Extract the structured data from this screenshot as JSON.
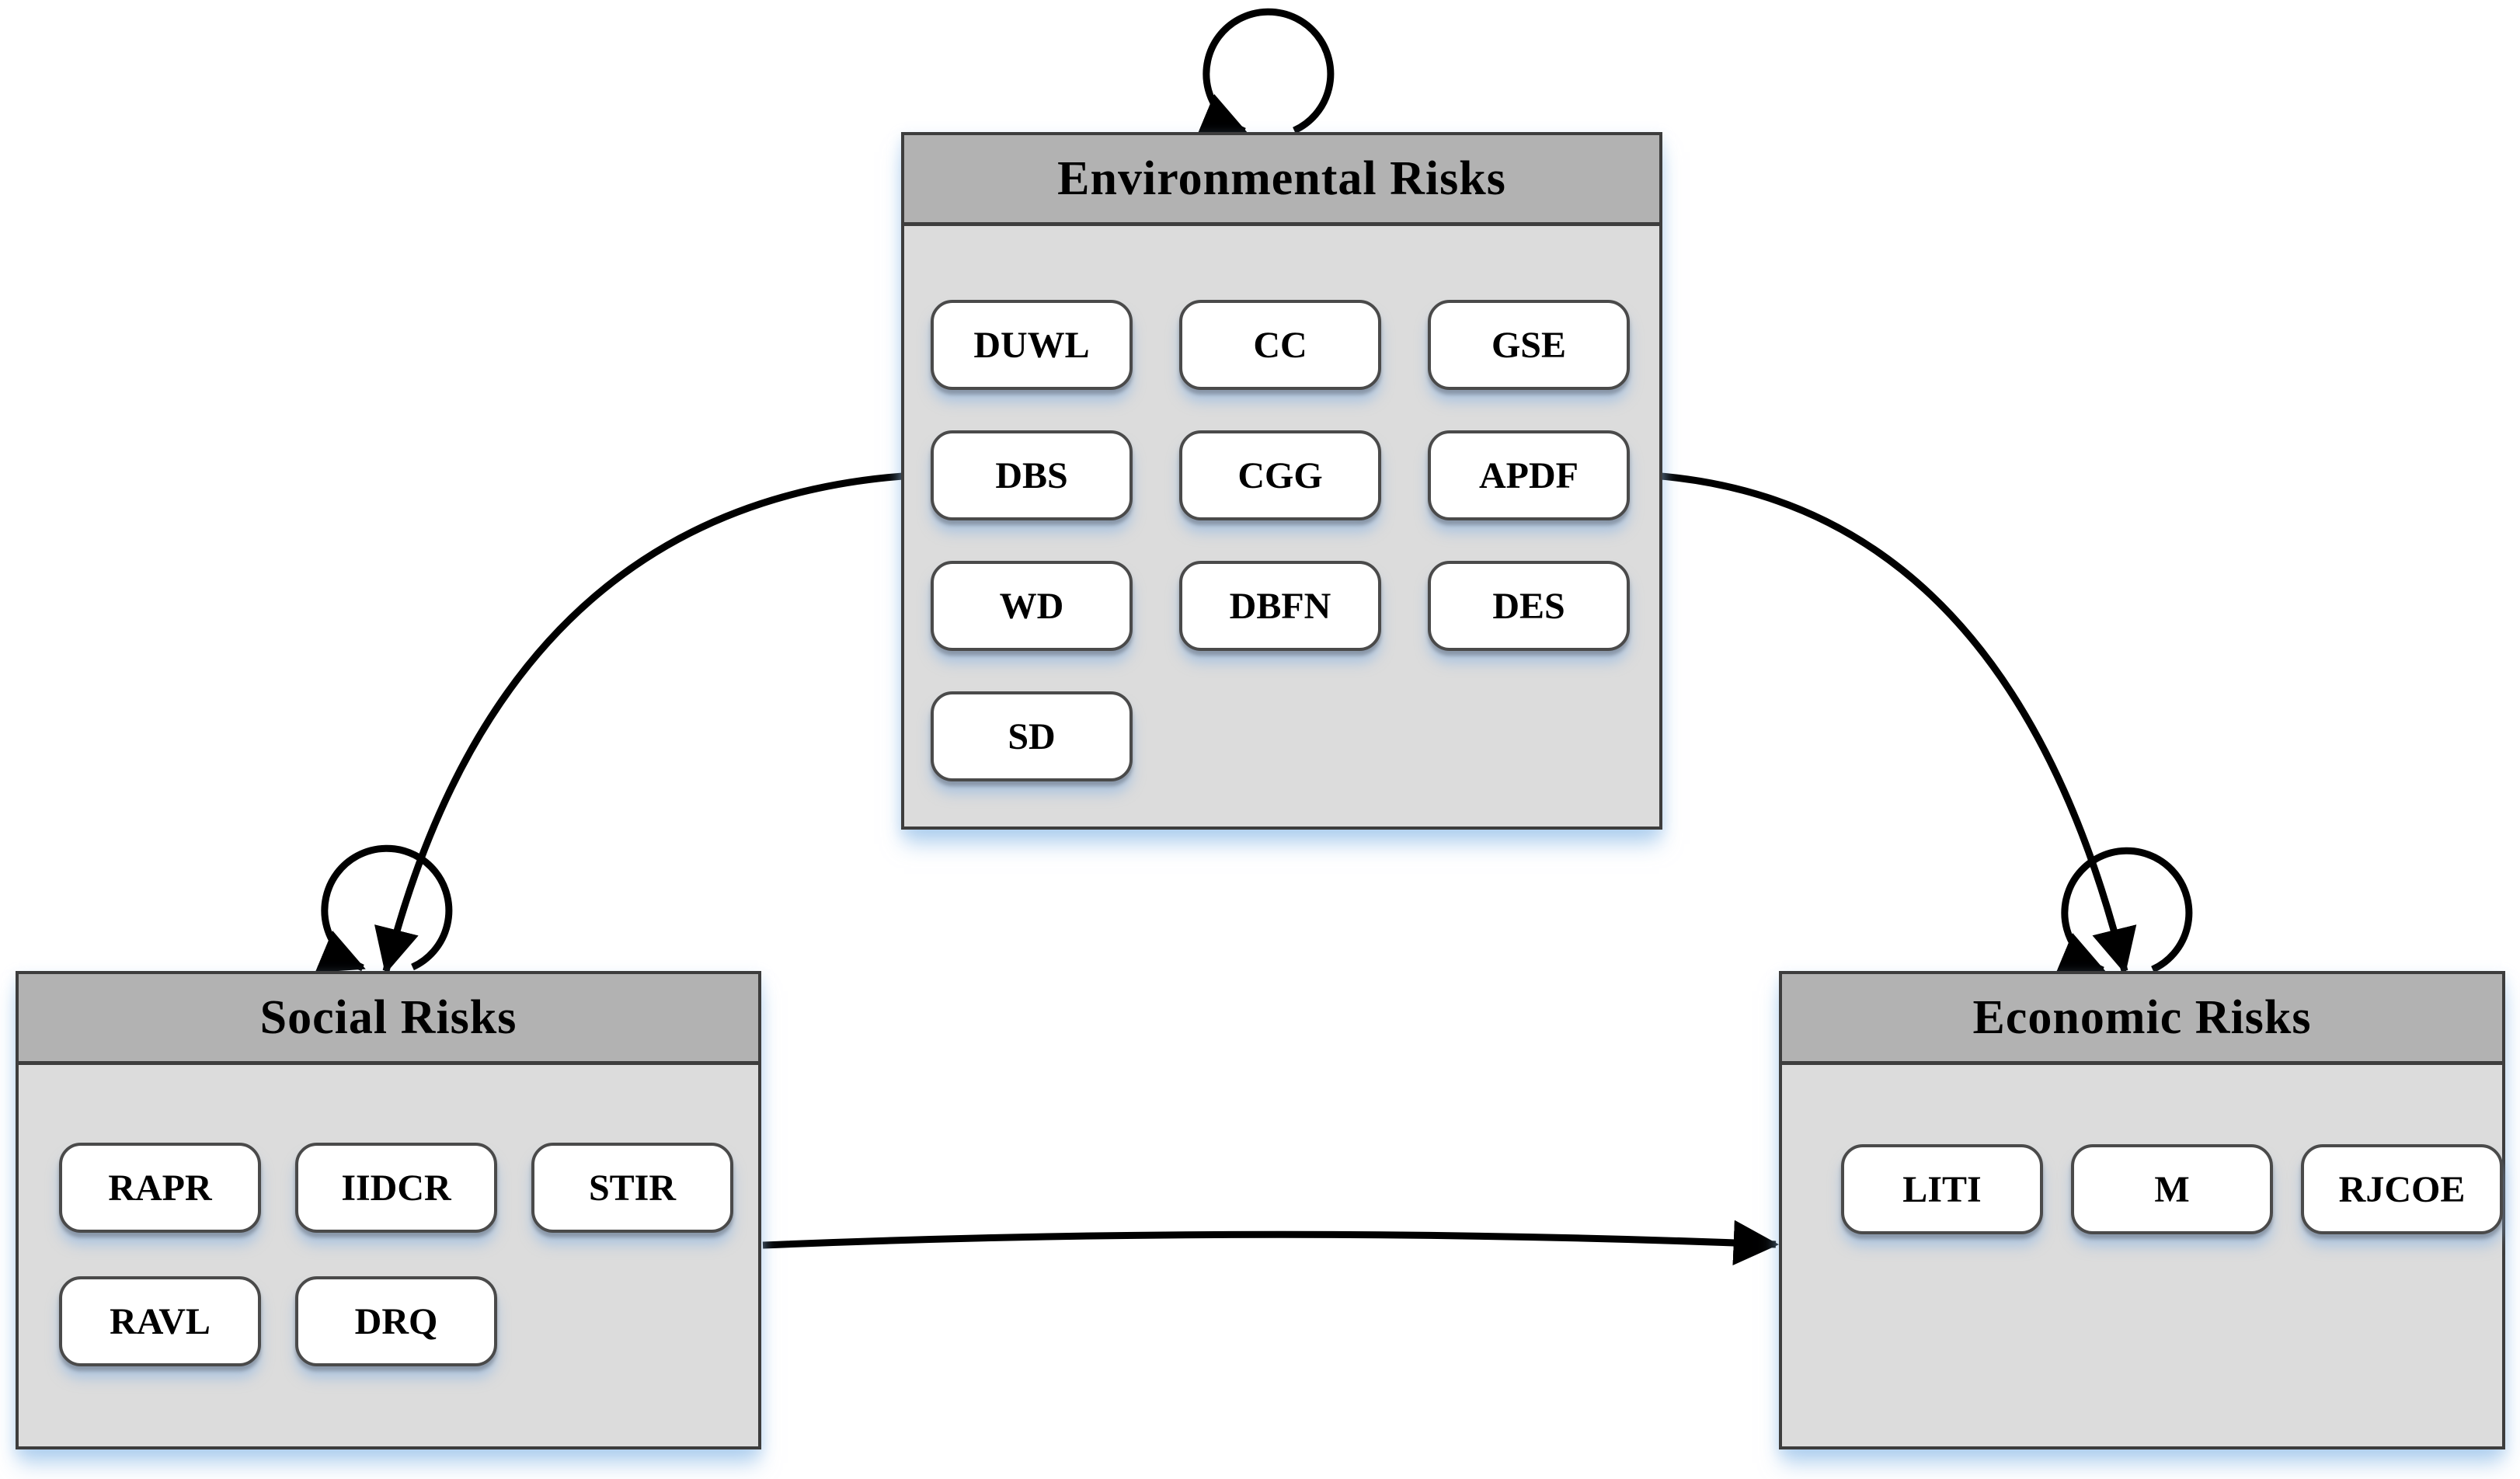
{
  "diagram": {
    "nodes": [
      {
        "id": "environmental",
        "title": "Environmental Risks",
        "items": [
          "DUWL",
          "CC",
          "GSE",
          "DBS",
          "CGG",
          "APDF",
          "WD",
          "DBFN",
          "DES",
          "SD"
        ]
      },
      {
        "id": "social",
        "title": "Social Risks",
        "items": [
          "RAPR",
          "IIDCR",
          "STIR",
          "RAVL",
          "DRQ"
        ]
      },
      {
        "id": "economic",
        "title": "Economic Risks",
        "items": [
          "LITI",
          "M",
          "RJCOE"
        ]
      }
    ],
    "edges": [
      {
        "from": "Environmental Risks",
        "to": "Environmental Risks",
        "type": "self-loop"
      },
      {
        "from": "Social Risks",
        "to": "Social Risks",
        "type": "self-loop"
      },
      {
        "from": "Economic Risks",
        "to": "Economic Risks",
        "type": "self-loop"
      },
      {
        "from": "Environmental Risks",
        "to": "Social Risks",
        "type": "curved-arrow"
      },
      {
        "from": "Environmental Risks",
        "to": "Economic Risks",
        "type": "curved-arrow"
      },
      {
        "from": "Social Risks",
        "to": "Economic Risks",
        "type": "straight-arrow"
      }
    ],
    "colors": {
      "header_bg": "#b2b2b2",
      "body_bg": "#dcdcdc",
      "box_border": "#3d3d3d",
      "chip_bg": "#ffffff",
      "chip_border": "#4a4a4a",
      "arrow": "#000000",
      "shadow_tint": "#bcd4ec",
      "text": "#000000"
    }
  }
}
